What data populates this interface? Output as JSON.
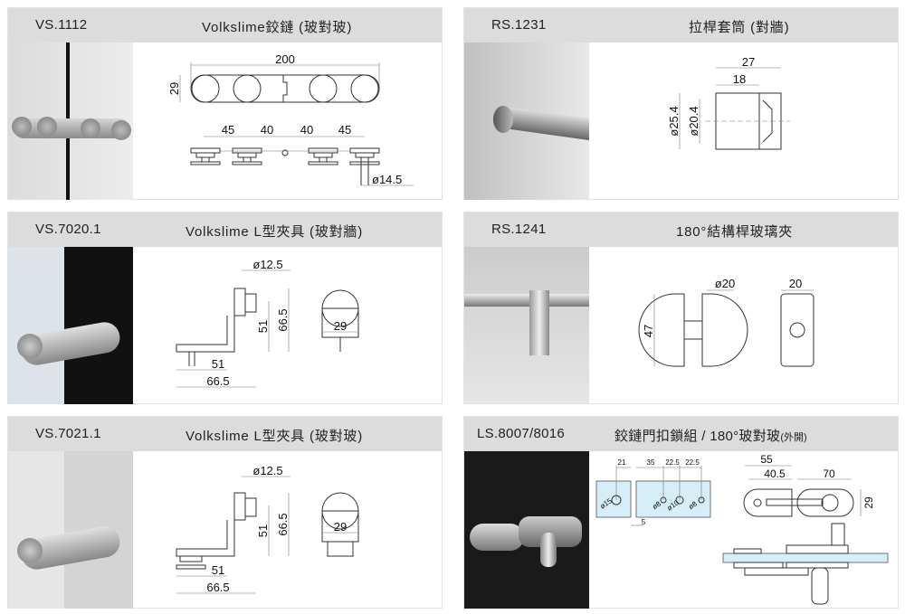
{
  "products": [
    {
      "code": "VS.1112",
      "title": "Volkslime鉸鏈 (玻對玻)",
      "dims": [
        "200",
        "29",
        "45",
        "40",
        "40",
        "45",
        "ø14.5"
      ]
    },
    {
      "code": "RS.1231",
      "title": "拉桿套筒 (對牆)",
      "dims": [
        "27",
        "18",
        "ø25.4",
        "ø20.4"
      ]
    },
    {
      "code": "VS.7020.1",
      "title": "Volkslime L型夾具 (玻對牆)",
      "dims": [
        "ø12.5",
        "51",
        "66.5",
        "29",
        "51",
        "66.5"
      ]
    },
    {
      "code": "RS.1241",
      "title": "180°結構桿玻璃夾",
      "dims": [
        "ø20",
        "20",
        "47"
      ]
    },
    {
      "code": "VS.7021.1",
      "title": "Volkslime L型夾具 (玻對玻)",
      "dims": [
        "ø12.5",
        "51",
        "66.5",
        "29",
        "51",
        "66.5"
      ]
    },
    {
      "code": "LS.8007/8016",
      "title": "鉸鏈門扣鎖組 / 180°玻對玻",
      "title_note": "(外開)",
      "dims": [
        "21",
        "35",
        "22.5",
        "22.5",
        "ø15",
        "ø8",
        "ø10",
        "ø8",
        "5",
        "55",
        "40.5",
        "70",
        "29"
      ]
    }
  ]
}
